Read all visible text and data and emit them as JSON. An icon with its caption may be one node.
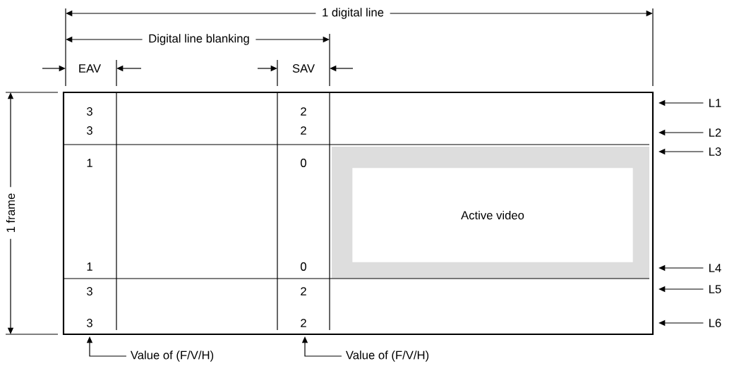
{
  "diagram": {
    "nodes": [
      {
        "text": [
          "Active video"
        ]
      },
      {
        "text": [
          "L1"
        ]
      },
      {
        "text": [
          "L2"
        ]
      },
      {
        "text": [
          "L3"
        ]
      },
      {
        "text": [
          "L4"
        ]
      },
      {
        "text": [
          "L5"
        ]
      },
      {
        "text": [
          "L6"
        ]
      },
      {
        "text": [
          "Value of (F/V/H)"
        ]
      },
      {
        "text": [
          "Value of (F/V/H)"
        ]
      }
    ],
    "edges": [
      {
        "from": 1,
        "to": null,
        "arrow": "to"
      },
      {
        "from": 2,
        "to": null,
        "arrow": "to"
      },
      {
        "from": 3,
        "to": null,
        "arrow": "to"
      },
      {
        "from": 4,
        "to": null,
        "arrow": "to"
      },
      {
        "from": 5,
        "to": null,
        "arrow": "to"
      },
      {
        "from": 6,
        "to": null,
        "arrow": "to"
      },
      {
        "from": 7,
        "to": null,
        "arrow": "to"
      },
      {
        "from": 8,
        "to": null,
        "arrow": "to"
      }
    ],
    "labels": [
      "1 digital line",
      "Digital line blanking",
      "EAV",
      "SAV",
      "1 frame",
      "3",
      "2",
      "3",
      "2",
      "1",
      "0",
      "1",
      "0",
      "3",
      "2",
      "3",
      "2"
    ]
  }
}
